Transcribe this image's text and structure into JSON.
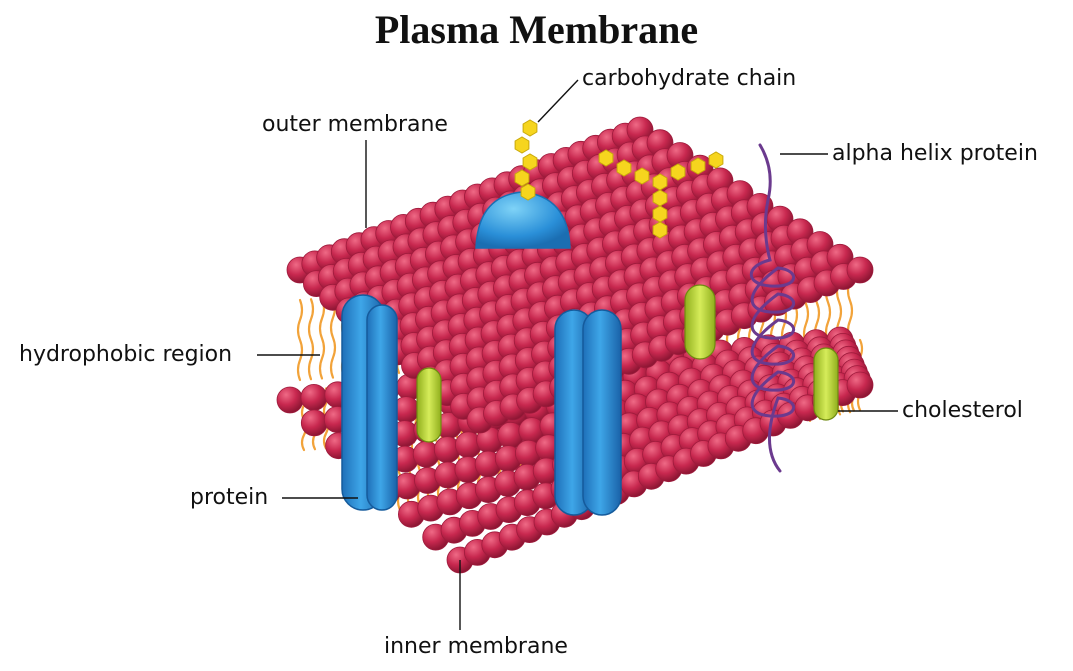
{
  "title": "Plasma Membrane",
  "labels": {
    "carbohydrate_chain": "carbohydrate chain",
    "outer_membrane": "outer membrane",
    "alpha_helix_protein": "alpha helix protein",
    "hydrophobic_region": "hydrophobic region",
    "cholesterol": "cholesterol",
    "protein": "protein",
    "inner_membrane": "inner membrane"
  },
  "colors": {
    "lipid_head": "#c8284f",
    "lipid_head_dark": "#9e1b3c",
    "lipid_tail": "#f2a33a",
    "protein": "#2f8fd6",
    "protein_light": "#5ec0f0",
    "cholesterol": "#b8d23a",
    "carbohydrate": "#f6d51e",
    "helix": "#6b3a8e"
  }
}
